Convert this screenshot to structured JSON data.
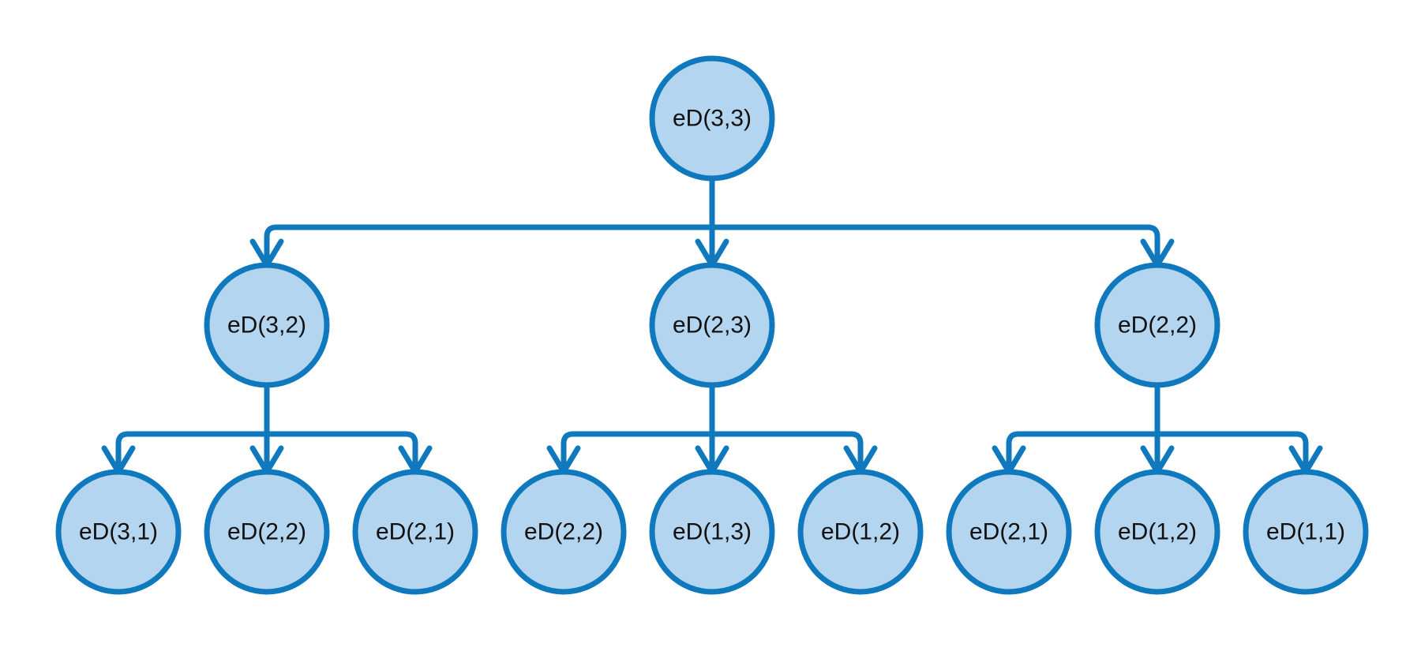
{
  "colors": {
    "node_fill": "#b3d5ef",
    "node_stroke": "#1079be",
    "edge": "#1079be",
    "label": "#111111"
  },
  "tree": {
    "label": "eD(3,3)",
    "children": [
      {
        "label": "eD(3,2)",
        "children": [
          {
            "label": "eD(3,1)",
            "children": []
          },
          {
            "label": "eD(2,2)",
            "children": []
          },
          {
            "label": "eD(2,1)",
            "children": []
          }
        ]
      },
      {
        "label": "eD(2,3)",
        "children": [
          {
            "label": "eD(2,2)",
            "children": []
          },
          {
            "label": "eD(1,3)",
            "children": []
          },
          {
            "label": "eD(1,2)",
            "children": []
          }
        ]
      },
      {
        "label": "eD(2,2)",
        "children": [
          {
            "label": "eD(2,1)",
            "children": []
          },
          {
            "label": "eD(1,2)",
            "children": []
          },
          {
            "label": "eD(1,1)",
            "children": []
          }
        ]
      }
    ]
  }
}
